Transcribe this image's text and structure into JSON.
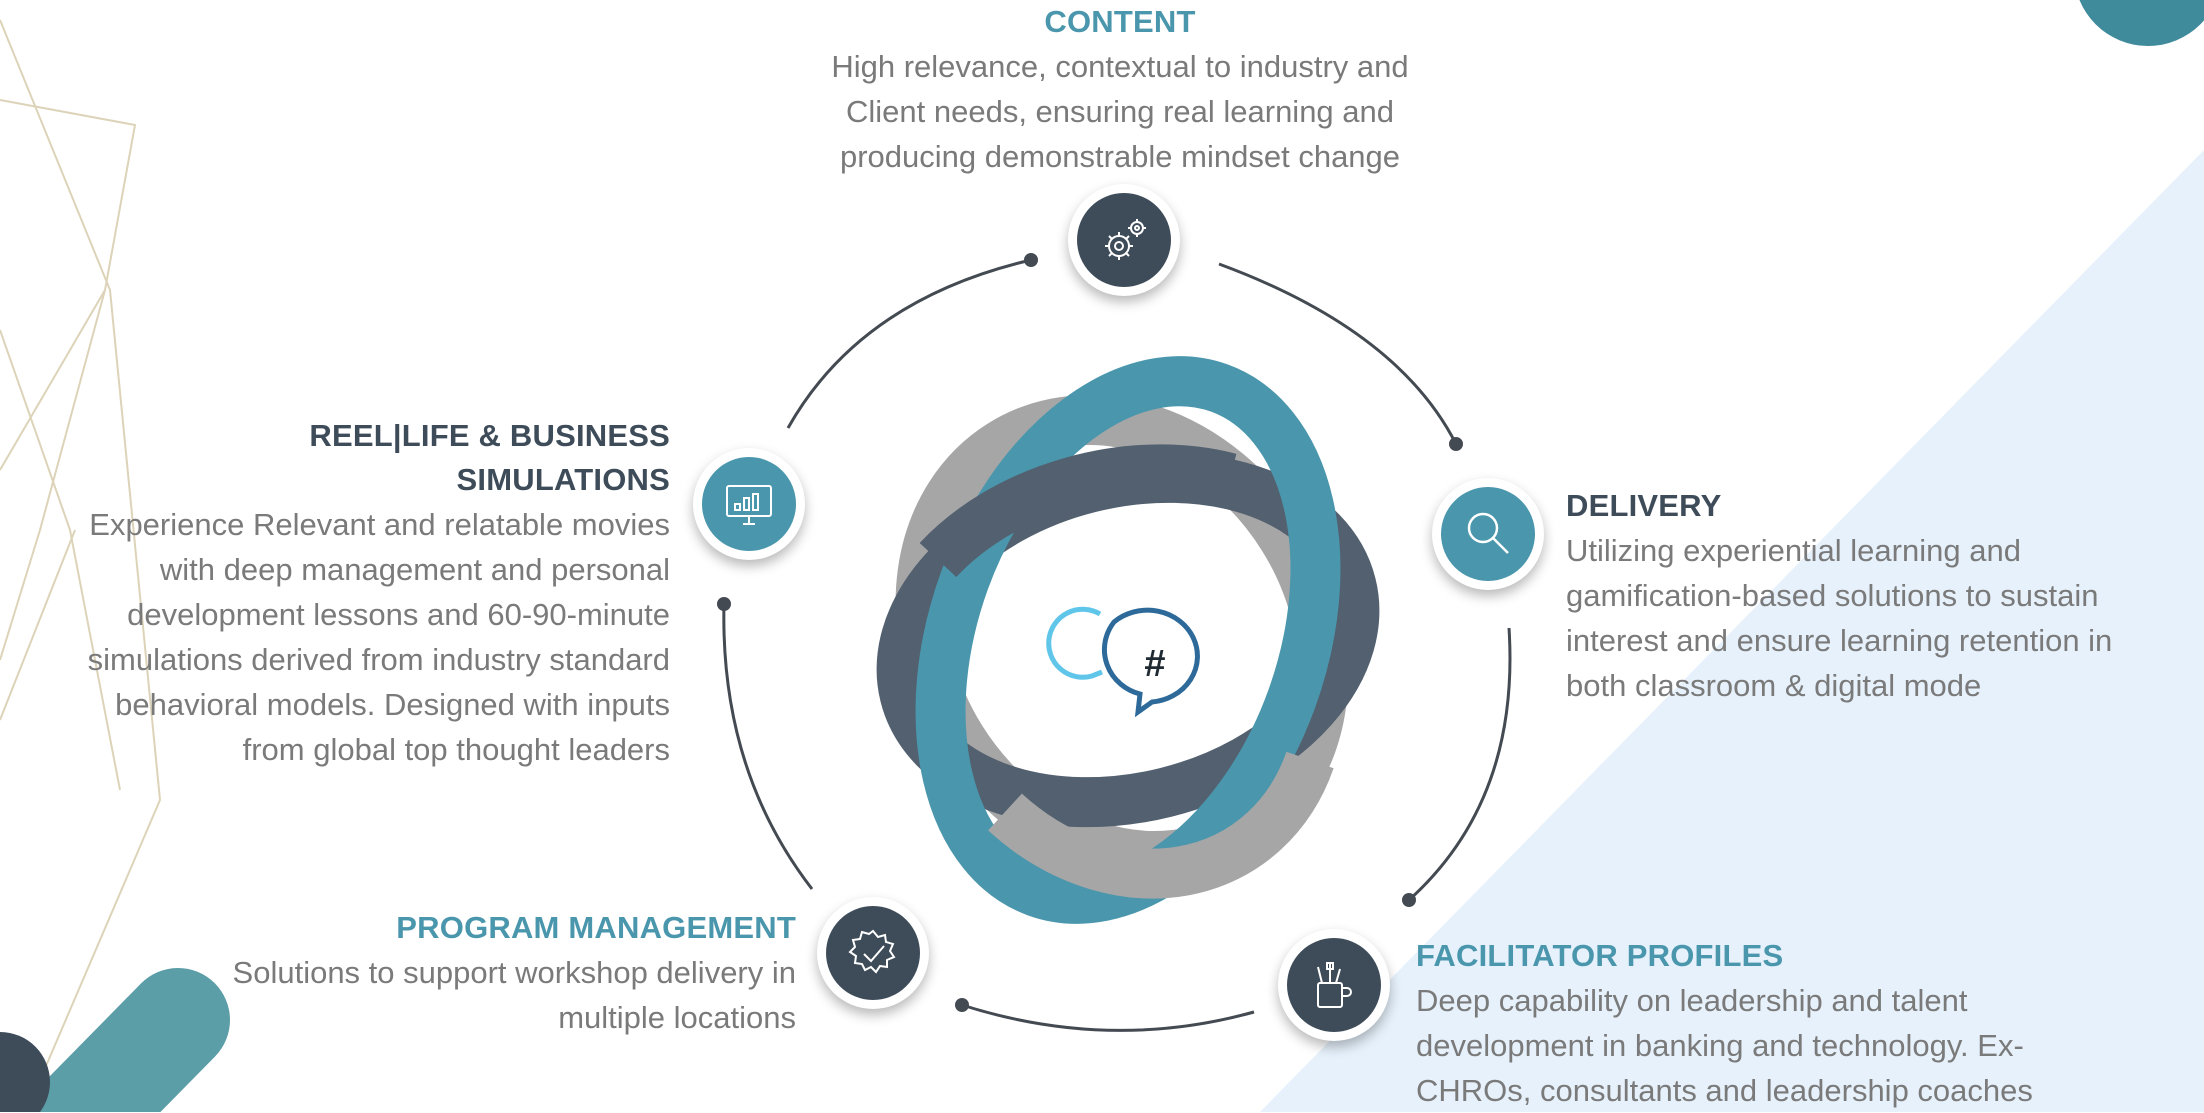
{
  "colors": {
    "teal": "#4a96ac",
    "slate": "#52606f",
    "grey_ring": "#a6a6a7",
    "text_grey": "#7a7a7a",
    "title_dark": "#3e4c5a",
    "pale_blue": "#e6f1fb"
  },
  "segments": {
    "content": {
      "title": "CONTENT",
      "desc": [
        "High relevance, contextual to industry and",
        "Client needs, ensuring real learning and",
        "producing  demonstrable mindset change"
      ],
      "icon": "gears-icon"
    },
    "delivery": {
      "title": "DELIVERY",
      "desc": [
        "Utilizing experiential learning and",
        "gamification-based solutions to sustain",
        "interest and ensure learning retention in",
        "both classroom & digital mode"
      ],
      "icon": "magnifier-icon"
    },
    "facilitator": {
      "title": "FACILITATOR PROFILES",
      "desc": [
        "Deep capability on leadership and talent",
        "development in banking and technology. Ex-",
        "CHROs, consultants and leadership coaches"
      ],
      "icon": "pencil-cup-icon"
    },
    "program": {
      "title": "PROGRAM MANAGEMENT",
      "desc": [
        "Solutions to support workshop delivery in",
        "multiple locations"
      ],
      "icon": "gear-check-icon"
    },
    "reel": {
      "title": [
        "REEL|LIFE & BUSINESS",
        "SIMULATIONS"
      ],
      "desc": [
        "Experience Relevant and relatable movies",
        "with deep management and personal",
        "development lessons and 60-90-minute",
        "simulations derived from industry standard",
        "behavioral models. Designed with inputs",
        "from global top thought leaders"
      ],
      "icon": "monitor-chart-icon"
    }
  },
  "center": {
    "symbol": "#",
    "icon": "chat-bubbles-icon"
  }
}
